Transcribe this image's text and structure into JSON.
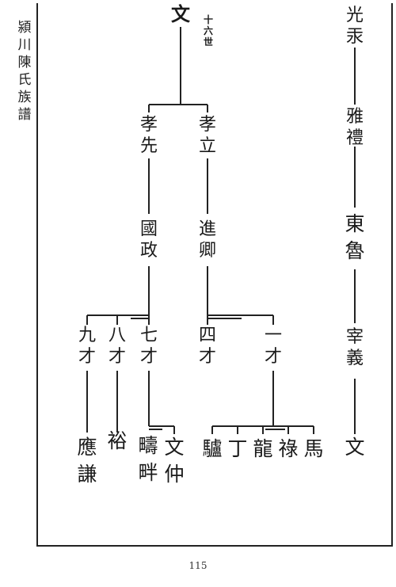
{
  "header": {
    "title": "潁川陳氏族譜"
  },
  "generation_label": "十六世",
  "page_number": "115",
  "tree": {
    "root": "文",
    "branches": [
      "孝先",
      "孝立"
    ],
    "second_level": [
      "國政",
      "進卿"
    ],
    "third_level": [
      "九才",
      "八才",
      "七才",
      "四才",
      "一才"
    ],
    "leaf_names": [
      "應謙",
      "裕",
      "疇畔",
      "文仲",
      "驢",
      "丁",
      "龍",
      "祿",
      "馬"
    ]
  },
  "right_line": {
    "names": [
      "光汞",
      "雅禮",
      "東魯",
      "宰義",
      "文"
    ]
  }
}
